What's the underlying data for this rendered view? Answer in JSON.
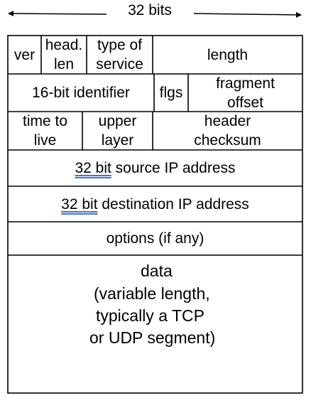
{
  "header": {
    "bits_label": "32 bits"
  },
  "fields": {
    "ver": "ver",
    "head_len_1": "head.",
    "head_len_2": "len",
    "tos_1": "type of",
    "tos_2": "service",
    "length": "length",
    "identifier": "16-bit identifier",
    "flags": "flgs",
    "frag_offset_1": "fragment",
    "frag_offset_2": "offset",
    "ttl_1": "time to",
    "ttl_2": "live",
    "upper_layer_1": "upper",
    "upper_layer_2": "layer",
    "checksum_1": "header",
    "checksum_2": "checksum",
    "src_prefix": "32 bit",
    "src_rest": " source IP address",
    "dst_prefix": "32 bit",
    "dst_rest": " destination IP address",
    "options": "options (if any)",
    "data_1": "data",
    "data_2": "(variable length,",
    "data_3": "typically a TCP",
    "data_4": "or UDP segment)"
  },
  "colors": {
    "line": "#000000",
    "spellcheck_underline": "#4a72c4"
  }
}
